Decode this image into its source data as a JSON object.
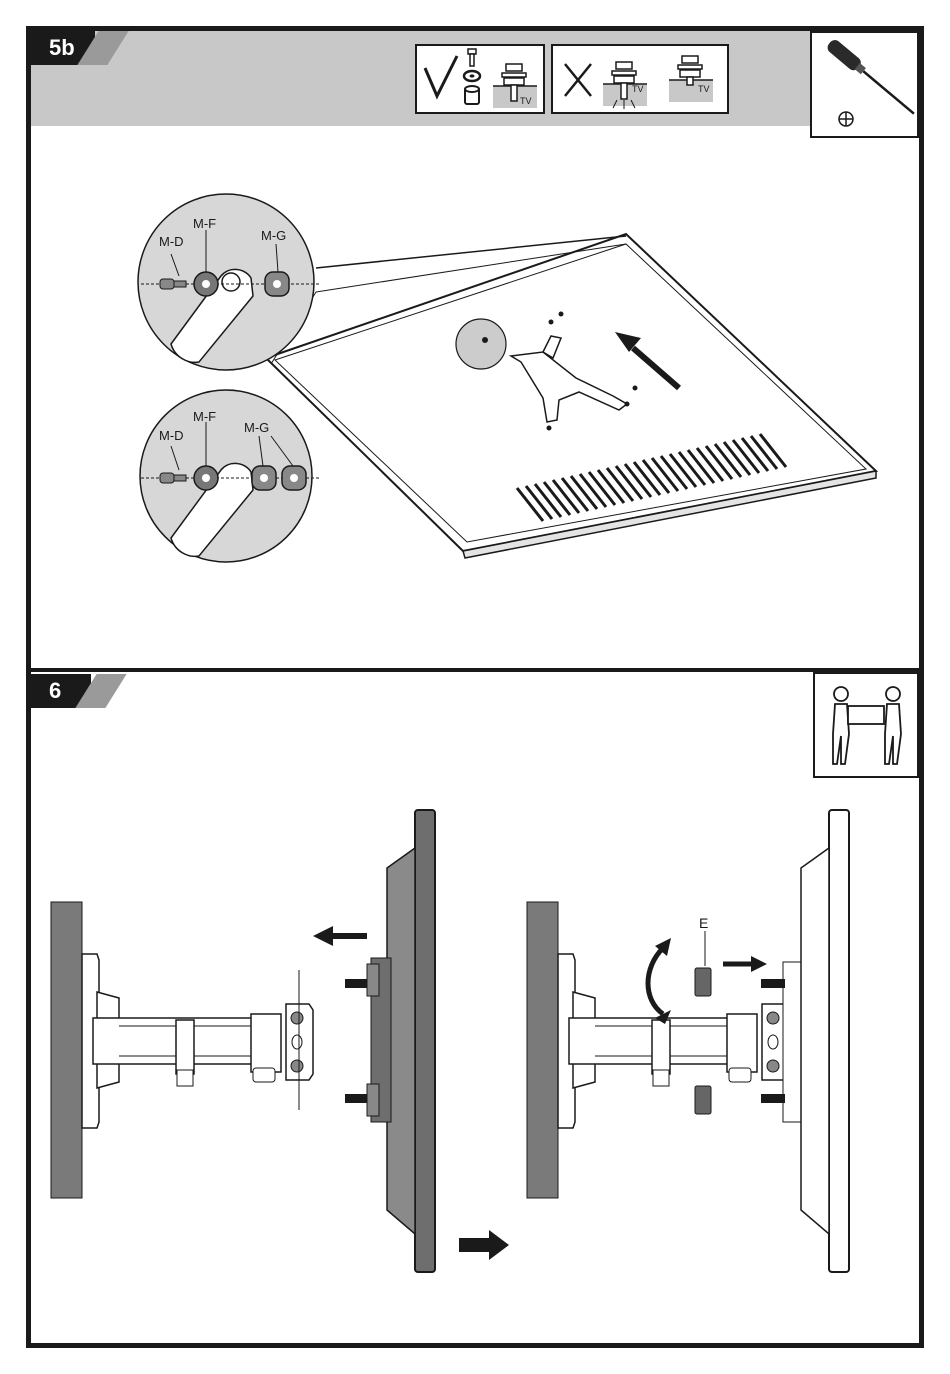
{
  "steps": [
    {
      "number": "5b"
    },
    {
      "number": "6"
    }
  ],
  "legend_correct": {
    "symbol": "✓",
    "tv_label": "TV"
  },
  "legend_incorrect": {
    "symbol": "✕",
    "tv_label_1": "TV",
    "tv_label_2": "TV"
  },
  "tool_icon": {
    "name": "phillips-screwdriver-icon",
    "symbol": "⊕"
  },
  "two_person_icon": {
    "name": "two-person-lift-icon"
  },
  "step5b": {
    "detail_top": {
      "labels": [
        "M-D",
        "M-F",
        "M-G"
      ]
    },
    "detail_bottom": {
      "labels": [
        "M-D",
        "M-F",
        "M-G"
      ]
    }
  },
  "step6": {
    "part_label": "E"
  },
  "colors": {
    "dark": "#1a1a1a",
    "band": "#c8c8c8",
    "accent_gray": "#9a9a9a",
    "wall": "#7a7a7a",
    "tv_body": "#6e6e6e"
  }
}
